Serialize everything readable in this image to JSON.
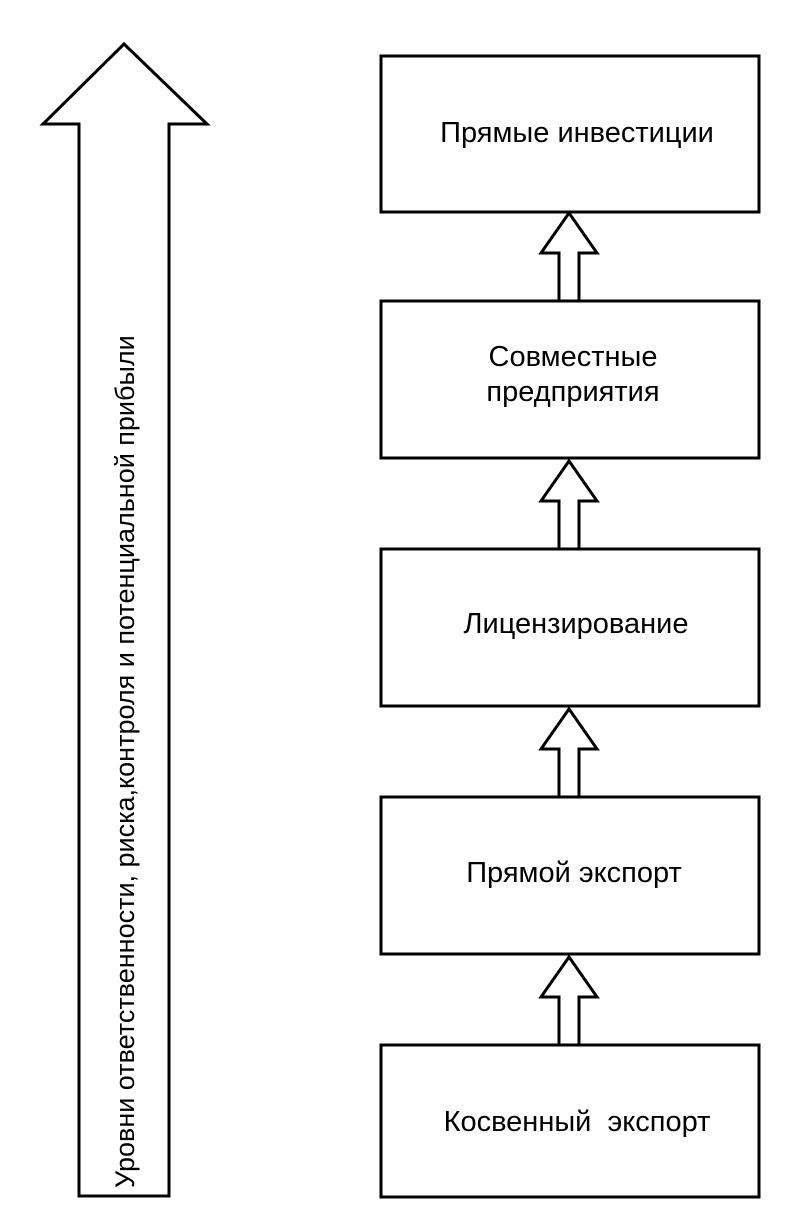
{
  "axis": {
    "label": "Уровни ответственности, риска,контроля и потенциальной прибыли"
  },
  "stages": [
    {
      "lines": [
        "Прямые инвестиции"
      ]
    },
    {
      "lines": [
        "Совместные",
        "предприятия"
      ]
    },
    {
      "lines": [
        "Лицензирование"
      ]
    },
    {
      "lines": [
        "Прямой экспорт"
      ]
    },
    {
      "lines": [
        "Косвенный  экспорт"
      ]
    }
  ],
  "colors": {
    "stroke": "#000000",
    "fill": "#ffffff",
    "text": "#000000"
  }
}
